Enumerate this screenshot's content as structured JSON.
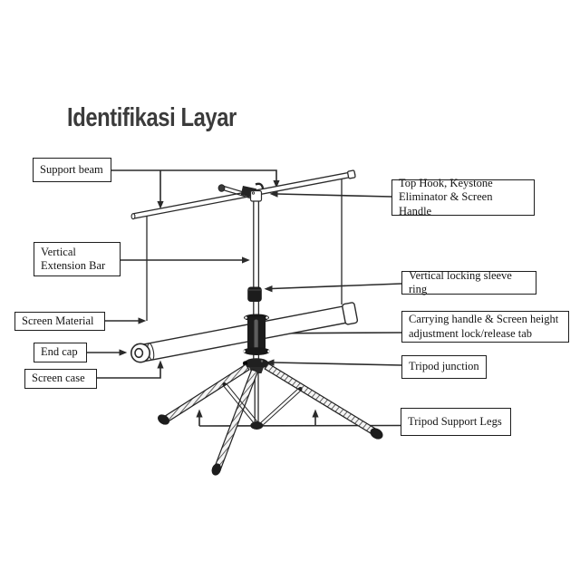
{
  "title": "Identifikasi Layar",
  "labels": {
    "support_beam": "Support beam",
    "top_hook": "Top Hook, Keystone Eliminator & Screen Handle",
    "vertical_extension_bar": "Vertical Extension Bar",
    "vertical_locking_sleeve_ring": "Vertical locking sleeve ring",
    "screen_material": "Screen Material",
    "carrying_handle": "Carrying handle & Screen height adjustment lock/release tab",
    "end_cap": "End cap",
    "tripod_junction": "Tripod junction",
    "screen_case": "Screen case",
    "tripod_support_legs": "Tripod Support Legs"
  },
  "colors": {
    "background": "#ffffff",
    "title_text": "#3b3b3b",
    "line": "#2a2a2a",
    "box_border": "#1d1d1d",
    "box_background": "#ffffff",
    "label_text": "#141414",
    "part_dark_fill": "#1c1c1c"
  }
}
